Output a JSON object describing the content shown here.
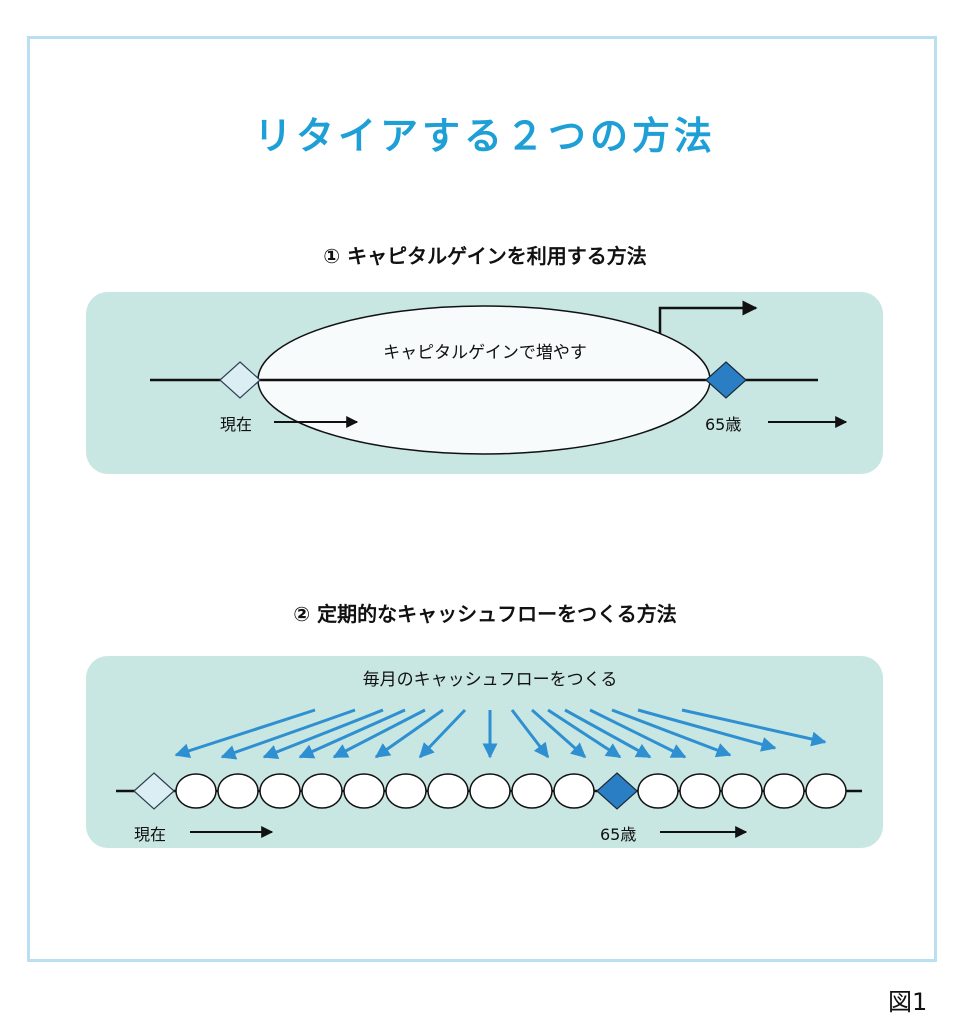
{
  "title": "リタイアする２つの方法",
  "figure_label": "図1",
  "colors": {
    "title": "#1e9fd6",
    "frame": "#b9dff0",
    "panel": "#c8e6e2",
    "arrow_blue": "#2e8fd1",
    "diamond_light": "#dbeef4",
    "diamond_dark": "#2a7fc4"
  },
  "section1": {
    "title": "① キャピタルゲインを利用する方法",
    "ellipse_label": "キャピタルゲインで増やす",
    "start_label": "現在",
    "end_label": "65歳"
  },
  "section2": {
    "title": "② 定期的なキャッシュフローをつくる方法",
    "cashflow_label": "毎月のキャッシュフローをつくる",
    "start_label": "現在",
    "end_label": "65歳"
  }
}
